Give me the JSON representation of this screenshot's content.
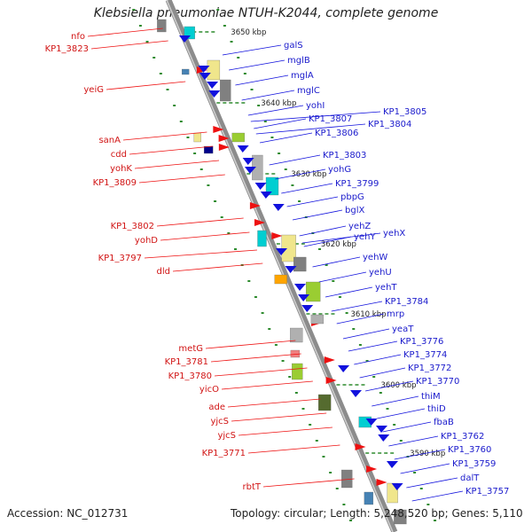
{
  "title": "Klebsiella pneumoniae NTUH-K2044, complete genome",
  "accession": "Accession: NC_012731",
  "summary": "Topology: circular; Length: 5,248,520 bp; Genes: 5,110",
  "scale_labels": [
    "3650 kbp",
    "3640 kbp",
    "3630 kbp",
    "3620 kbp",
    "3610 kbp",
    "3600 kbp",
    "3590 kbp"
  ],
  "reverse_strand_labels": [
    "nfo",
    "KP1_3823",
    "yeiG",
    "sanA",
    "cdd",
    "yohK",
    "KP1_3809",
    "KP1_3802",
    "yohD",
    "KP1_3797",
    "dld",
    "metG",
    "KP1_3781",
    "KP1_3780",
    "yicO",
    "ade",
    "yjcS",
    "yjcS",
    "KP1_3771",
    "rbtT"
  ],
  "forward_strand_labels": [
    "galS",
    "mglB",
    "mglA",
    "mglC",
    "yohI",
    "KP1_3807",
    "KP1_3805",
    "KP1_3806",
    "KP1_3804",
    "KP1_3803",
    "yohG",
    "KP1_3799",
    "pbpG",
    "bglX",
    "yehZ",
    "yehY",
    "yehX",
    "yehW",
    "yehU",
    "yehT",
    "KP1_3784",
    "mrp",
    "yeaT",
    "KP1_3776",
    "KP1_3774",
    "KP1_3772",
    "KP1_3770",
    "thiM",
    "thiD",
    "fbaB",
    "KP1_3762",
    "KP1_3760",
    "KP1_3759",
    "dalT",
    "KP1_3757"
  ],
  "colors": {
    "reverse_strand": "#ee1111",
    "forward_strand": "#1111dd",
    "backbone": "#8c8c8c",
    "scale_ticks": "#2e8b2e"
  }
}
